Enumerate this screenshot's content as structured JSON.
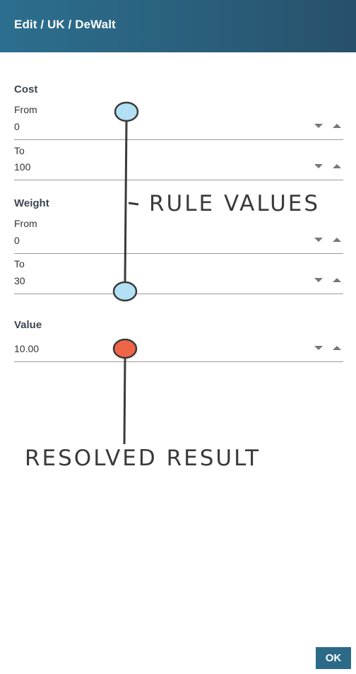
{
  "header": {
    "title": "Edit / UK / DeWalt"
  },
  "sections": {
    "cost": {
      "label": "Cost",
      "from": {
        "label": "From",
        "value": "0"
      },
      "to": {
        "label": "To",
        "value": "100"
      }
    },
    "weight": {
      "label": "Weight",
      "from": {
        "label": "From",
        "value": "0"
      },
      "to": {
        "label": "To",
        "value": "30"
      }
    },
    "value": {
      "label": "Value",
      "value": "10.00"
    }
  },
  "annotations": {
    "rule_values": "RULE VALUES",
    "resolved_result": "RESOLVED RESULT"
  },
  "icons": {
    "spin_down": "triangle-down-icon",
    "spin_up": "triangle-up-icon"
  },
  "footer": {
    "ok_label": "OK"
  },
  "colors": {
    "header": "#2a5f7c",
    "ok_button": "#2c6a88",
    "marker_rule": "#b3e0f5",
    "marker_result": "#ee6548"
  }
}
